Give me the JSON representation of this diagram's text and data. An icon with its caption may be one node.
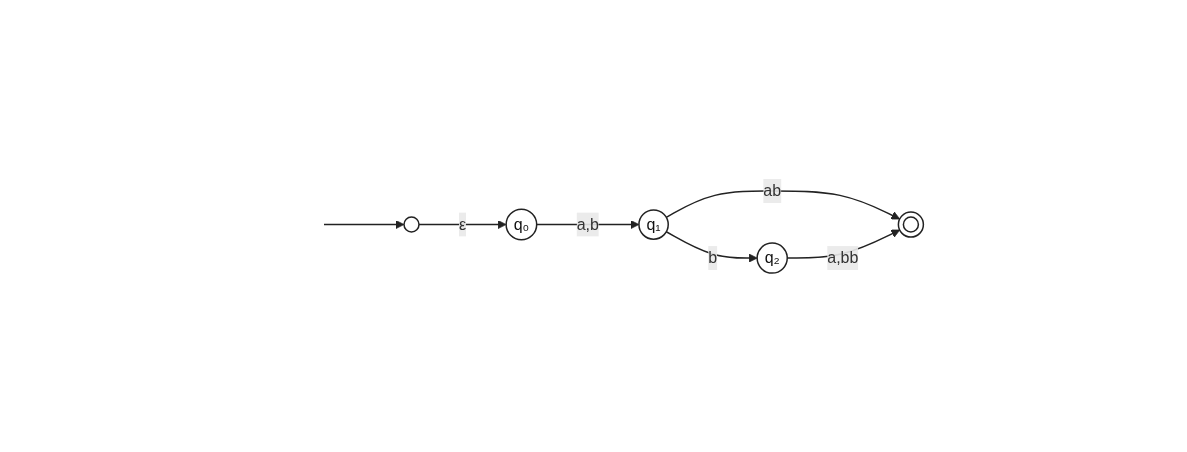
{
  "diagram": {
    "nodes": [
      {
        "text": [],
        "shape": "circle"
      },
      {
        "text": [
          "q₀"
        ]
      },
      {
        "text": [
          "q₁"
        ]
      },
      {
        "text": [
          "q₂"
        ]
      },
      {
        "text": [],
        "shape": "doublecircle"
      }
    ],
    "edges": [
      {
        "from": null,
        "to": 0,
        "arrow": "to"
      },
      {
        "from": 0,
        "to": 1,
        "arrow": "to",
        "label": "ε"
      },
      {
        "from": 1,
        "to": 2,
        "arrow": "to",
        "label": "a,b"
      },
      {
        "from": 2,
        "to": 3,
        "arrow": "to",
        "label": "b"
      },
      {
        "from": 2,
        "to": 4,
        "arrow": "to",
        "label": "ab"
      },
      {
        "from": 3,
        "to": 4,
        "arrow": "to",
        "label": "a,bb"
      }
    ]
  }
}
